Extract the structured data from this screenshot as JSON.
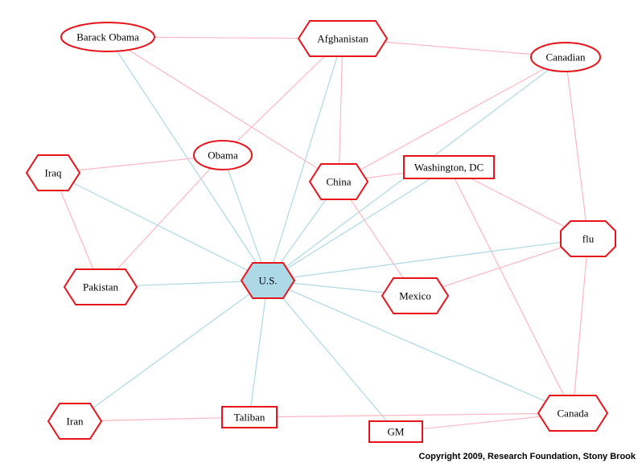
{
  "colors": {
    "edge_red": "#ffb6c1",
    "edge_blue": "#add8e6",
    "node_stroke": "#e8141c",
    "node_fill": "#ffffff",
    "highlight_fill": "#add8e6"
  },
  "nodes": [
    {
      "id": "barack_obama",
      "label": "Barack Obama",
      "shape": "ellipse"
    },
    {
      "id": "afghanistan",
      "label": "Afghanistan",
      "shape": "hexagon"
    },
    {
      "id": "canadian",
      "label": "Canadian",
      "shape": "ellipse"
    },
    {
      "id": "obama",
      "label": "Obama",
      "shape": "ellipse"
    },
    {
      "id": "iraq",
      "label": "Iraq",
      "shape": "hexagon"
    },
    {
      "id": "china",
      "label": "China",
      "shape": "hexagon"
    },
    {
      "id": "washington_dc",
      "label": "Washington, DC",
      "shape": "box"
    },
    {
      "id": "flu",
      "label": "flu",
      "shape": "octagon"
    },
    {
      "id": "pakistan",
      "label": "Pakistan",
      "shape": "hexagon"
    },
    {
      "id": "us",
      "label": "U.S.",
      "shape": "hexagon",
      "highlight": true
    },
    {
      "id": "mexico",
      "label": "Mexico",
      "shape": "hexagon"
    },
    {
      "id": "iran",
      "label": "Iran",
      "shape": "hexagon"
    },
    {
      "id": "taliban",
      "label": "Taliban",
      "shape": "box"
    },
    {
      "id": "gm",
      "label": "GM",
      "shape": "box"
    },
    {
      "id": "canada",
      "label": "Canada",
      "shape": "hexagon"
    }
  ],
  "edges": [
    {
      "from": "barack_obama",
      "to": "afghanistan",
      "color": "red"
    },
    {
      "from": "barack_obama",
      "to": "china",
      "color": "red"
    },
    {
      "from": "barack_obama",
      "to": "us",
      "color": "blue"
    },
    {
      "from": "afghanistan",
      "to": "canadian",
      "color": "red"
    },
    {
      "from": "afghanistan",
      "to": "obama",
      "color": "red"
    },
    {
      "from": "afghanistan",
      "to": "china",
      "color": "red"
    },
    {
      "from": "afghanistan",
      "to": "us",
      "color": "blue"
    },
    {
      "from": "canadian",
      "to": "china",
      "color": "red"
    },
    {
      "from": "canadian",
      "to": "flu",
      "color": "red"
    },
    {
      "from": "canadian",
      "to": "us",
      "color": "blue"
    },
    {
      "from": "obama",
      "to": "iraq",
      "color": "red"
    },
    {
      "from": "obama",
      "to": "pakistan",
      "color": "red"
    },
    {
      "from": "obama",
      "to": "us",
      "color": "blue"
    },
    {
      "from": "iraq",
      "to": "pakistan",
      "color": "red"
    },
    {
      "from": "iraq",
      "to": "us",
      "color": "blue"
    },
    {
      "from": "china",
      "to": "washington_dc",
      "color": "red"
    },
    {
      "from": "china",
      "to": "mexico",
      "color": "red"
    },
    {
      "from": "china",
      "to": "us",
      "color": "blue"
    },
    {
      "from": "washington_dc",
      "to": "flu",
      "color": "red"
    },
    {
      "from": "washington_dc",
      "to": "canada",
      "color": "red"
    },
    {
      "from": "washington_dc",
      "to": "us",
      "color": "blue"
    },
    {
      "from": "flu",
      "to": "mexico",
      "color": "red"
    },
    {
      "from": "flu",
      "to": "canada",
      "color": "red"
    },
    {
      "from": "flu",
      "to": "us",
      "color": "blue"
    },
    {
      "from": "pakistan",
      "to": "us",
      "color": "blue"
    },
    {
      "from": "us",
      "to": "mexico",
      "color": "blue"
    },
    {
      "from": "us",
      "to": "iran",
      "color": "blue"
    },
    {
      "from": "us",
      "to": "taliban",
      "color": "blue"
    },
    {
      "from": "us",
      "to": "gm",
      "color": "blue"
    },
    {
      "from": "us",
      "to": "canada",
      "color": "blue"
    },
    {
      "from": "iran",
      "to": "taliban",
      "color": "red"
    },
    {
      "from": "taliban",
      "to": "canada",
      "color": "red"
    },
    {
      "from": "gm",
      "to": "canada",
      "color": "red"
    }
  ],
  "copyright": "Copyright 2009, Research Foundation, Stony Brook"
}
